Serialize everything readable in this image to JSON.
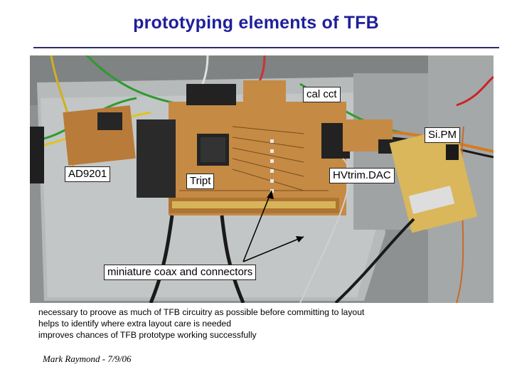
{
  "slide": {
    "title": "prototyping elements of TFB",
    "labels": {
      "cal_cct": "cal cct",
      "sipm": "Si.PM",
      "ad9201": "AD9201",
      "tript": "Tript",
      "hvtrim": "HVtrim.DAC",
      "coax": "miniature coax and connectors"
    },
    "notes": [
      "necessary to proove as much of TFB circuitry as possible before committing to layout",
      "helps to identify where extra layout care is needed",
      "improves chances of TFB prototype working successfully"
    ],
    "footer": "Mark Raymond - 7/9/06"
  },
  "colors": {
    "title": "#1f1f9a",
    "rule": "#2b2b6e",
    "board": "#c0813a",
    "plate": "#b9bcbc",
    "connector": "#1c1c1c"
  }
}
